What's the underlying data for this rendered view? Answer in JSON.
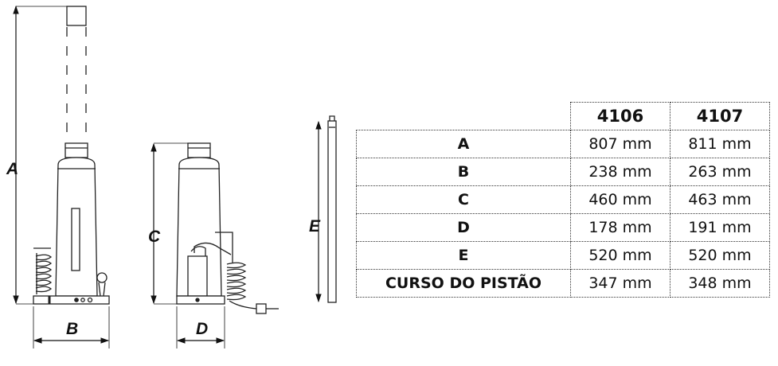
{
  "dimension_labels": {
    "a": "A",
    "b": "B",
    "c": "C",
    "d": "D",
    "e": "E"
  },
  "table": {
    "models": [
      "4106",
      "4107"
    ],
    "rows": [
      {
        "label": "A",
        "values": [
          "807 mm",
          "811 mm"
        ]
      },
      {
        "label": "B",
        "values": [
          "238 mm",
          "263 mm"
        ]
      },
      {
        "label": "C",
        "values": [
          "460 mm",
          "463 mm"
        ]
      },
      {
        "label": "D",
        "values": [
          "178 mm",
          "191 mm"
        ]
      },
      {
        "label": "E",
        "values": [
          "520 mm",
          "520 mm"
        ]
      },
      {
        "label": "CURSO DO PISTÃO",
        "values": [
          "347 mm",
          "348 mm"
        ]
      }
    ]
  }
}
